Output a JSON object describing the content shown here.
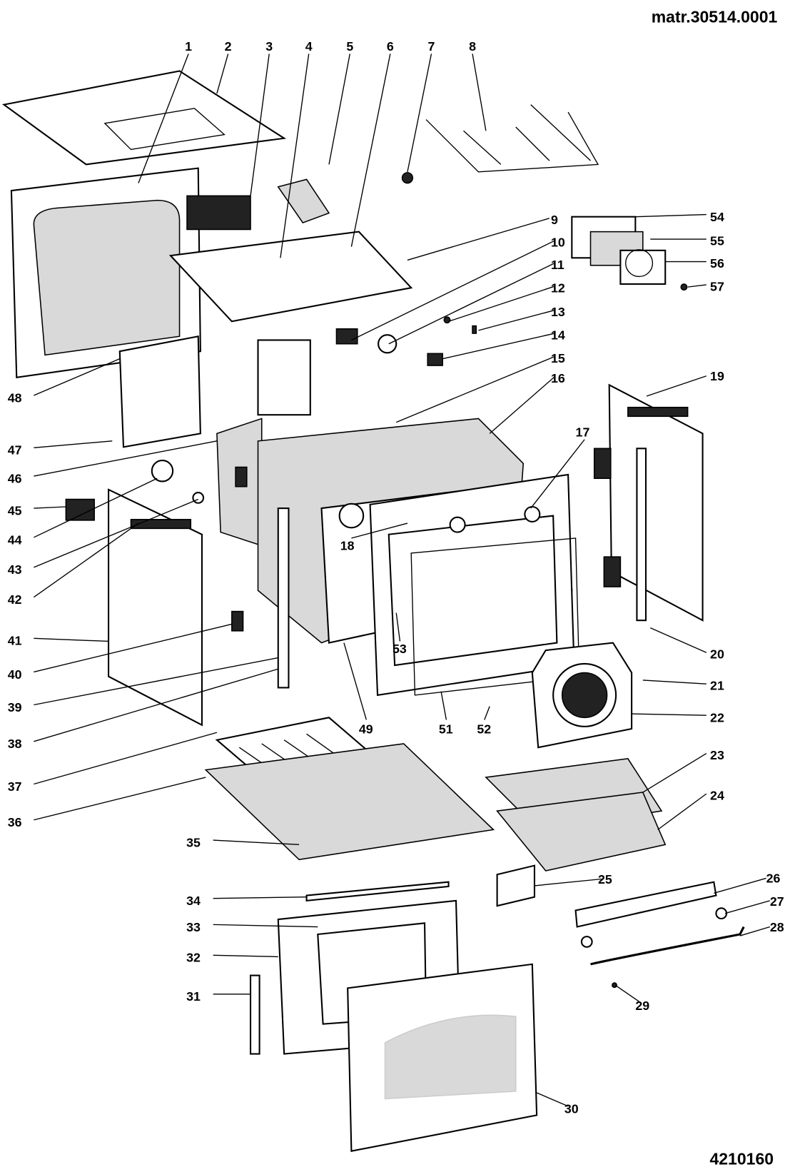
{
  "header": {
    "material_code": "matr.30514.0001"
  },
  "footer": {
    "drawing_number": "4210160"
  },
  "callouts": {
    "c1": "1",
    "c2": "2",
    "c3": "3",
    "c4": "4",
    "c5": "5",
    "c6": "6",
    "c7": "7",
    "c8": "8",
    "c9": "9",
    "c10": "10",
    "c11": "11",
    "c12": "12",
    "c13": "13",
    "c14": "14",
    "c15": "15",
    "c16": "16",
    "c17": "17",
    "c18": "18",
    "c19": "19",
    "c20": "20",
    "c21": "21",
    "c22": "22",
    "c23": "23",
    "c24": "24",
    "c25": "25",
    "c26": "26",
    "c27": "27",
    "c28": "28",
    "c29": "29",
    "c30": "30",
    "c31": "31",
    "c32": "32",
    "c33": "33",
    "c34": "34",
    "c35": "35",
    "c36": "36",
    "c37": "37",
    "c38": "38",
    "c39": "39",
    "c40": "40",
    "c41": "41",
    "c42": "42",
    "c43": "43",
    "c44": "44",
    "c45": "45",
    "c46": "46",
    "c47": "47",
    "c48": "48",
    "c49": "49",
    "c51": "51",
    "c52": "52",
    "c53": "53",
    "c54": "54",
    "c55": "55",
    "c56": "56",
    "c57": "57"
  }
}
